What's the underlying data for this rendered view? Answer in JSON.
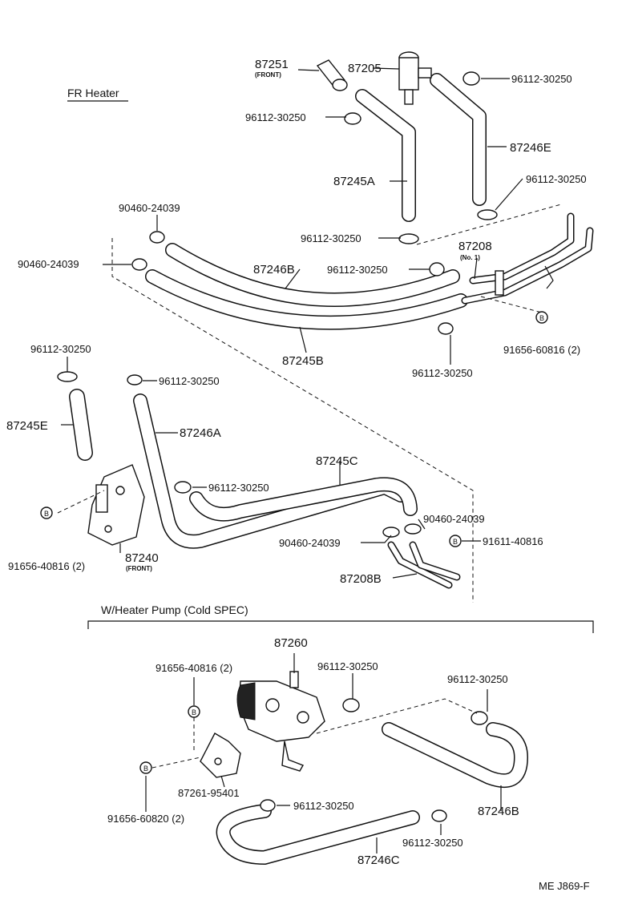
{
  "sections": {
    "fr_heater": "FR Heater",
    "heater_pump": "W/Heater Pump (Cold SPEC)"
  },
  "footer_code": "ME J869-F",
  "labels": {
    "p87251": "87251",
    "p87251_sub": "(FRONT)",
    "p87205": "87205",
    "clamp_a": "96112-30250",
    "clamp_b": "96112-30250",
    "p87246E": "87246E",
    "p87245A": "87245A",
    "clamp_c": "96112-30250",
    "clamp_d": "96112-30250",
    "clip_a": "90460-24039",
    "clip_b": "90460-24039",
    "p87246B": "87246B",
    "clamp_e": "96112-30250",
    "p87208": "87208",
    "p87208_sub": "(No. 1)",
    "bolt_a": "91656-60816 (2)",
    "p87245B": "87245B",
    "clamp_f": "96112-30250",
    "clamp_g": "96112-30250",
    "clamp_h": "96112-30250",
    "p87245E": "87245E",
    "p87246A": "87246A",
    "p87245C": "87245C",
    "clamp_i": "96112-30250",
    "clip_c": "90460-24039",
    "clip_d": "90460-24039",
    "bolt_b": "91611-40816",
    "p87208B": "87208B",
    "bolt_c": "91656-40816 (2)",
    "p87240": "87240",
    "p87240_sub": "(FRONT)",
    "p87260": "87260",
    "bolt_d": "91656-40816 (2)",
    "clamp_j": "96112-30250",
    "clamp_k": "96112-30250",
    "p87261": "87261-95401",
    "bolt_e": "91656-60820 (2)",
    "clamp_l": "96112-30250",
    "p87246B2": "87246B",
    "clamp_m": "96112-30250",
    "p87246C": "87246C"
  }
}
